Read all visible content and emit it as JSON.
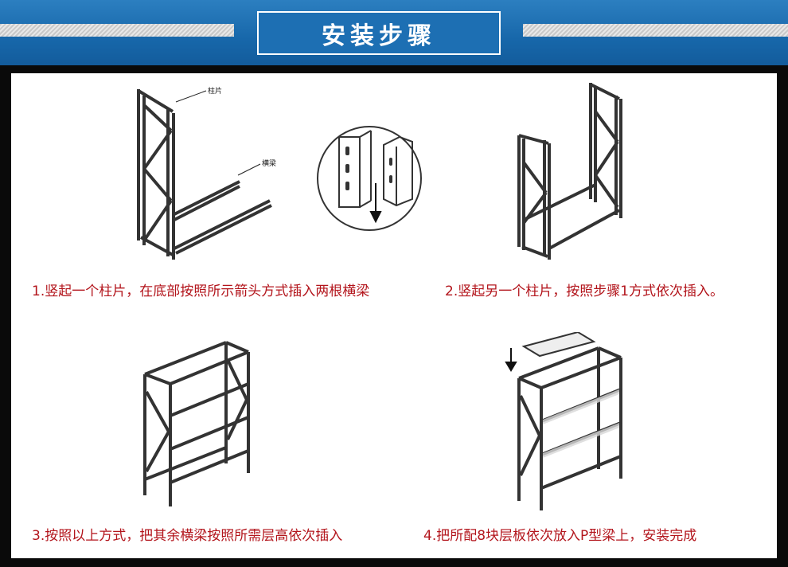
{
  "header": {
    "title": "安装步骤",
    "colors": {
      "header_blue": "#1767aa",
      "caption_red": "#b3151c"
    }
  },
  "steps": [
    {
      "caption": "1.竖起一个柱片，在底部按照所示箭头方式插入两根横梁",
      "labels": [
        "柱片",
        "横梁"
      ]
    },
    {
      "caption": "2.竖起另一个柱片，按照步骤1方式依次插入。"
    },
    {
      "caption": "3.按照以上方式，把其余横梁按照所需层高依次插入"
    },
    {
      "caption": "4.把所配8块层板依次放入P型梁上，安装完成"
    }
  ]
}
